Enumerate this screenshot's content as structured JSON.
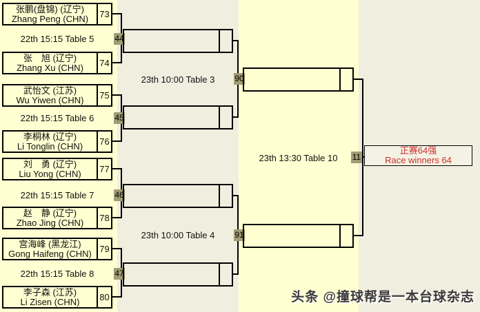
{
  "bracket": {
    "players": [
      {
        "cn": "张鹏(盘锦) (辽宁)",
        "en": "Zhang Peng (CHN)",
        "seed": "73"
      },
      {
        "cn": "张　旭 (辽宁)",
        "en": "Zhang Xu (CHN)",
        "seed": "74"
      },
      {
        "cn": "武怡文 (江苏)",
        "en": "Wu Yiwen (CHN)",
        "seed": "75"
      },
      {
        "cn": "李桐林 (辽宁)",
        "en": "Li Tonglin (CHN)",
        "seed": "76"
      },
      {
        "cn": "刘　勇 (辽宁)",
        "en": "Liu Yong (CHN)",
        "seed": "77"
      },
      {
        "cn": "赵　静 (辽宁)",
        "en": "Zhao Jing (CHN)",
        "seed": "78"
      },
      {
        "cn": "宫海峰 (黑龙江)",
        "en": "Gong Haifeng (CHN)",
        "seed": "79"
      },
      {
        "cn": "李子森 (江苏)",
        "en": "Li Zisen (CHN)",
        "seed": "80"
      }
    ],
    "round1_matches": [
      {
        "schedule": "22th 15:15 Table 5",
        "match_no": "44"
      },
      {
        "schedule": "22th 15:15 Table 6",
        "match_no": "45"
      },
      {
        "schedule": "22th 15:15 Table 7",
        "match_no": "46"
      },
      {
        "schedule": "22th 15:15 Table 8",
        "match_no": "47"
      }
    ],
    "round2_matches": [
      {
        "schedule": "23th 10:00 Table 3",
        "match_no": "90"
      },
      {
        "schedule": "23th 10:00 Table 4",
        "match_no": "91"
      }
    ],
    "final_match": {
      "schedule": "23th 13:30 Table 10",
      "match_no": "11"
    },
    "destination": {
      "line1": "正赛64强",
      "line2": "Race winners 64"
    }
  },
  "watermark": {
    "text": "头条 @撞球帮是一本台球杂志"
  },
  "colors": {
    "column_yellow": "#FFFFD2",
    "column_beige": "#F0EEDF",
    "badge_background": "#A29C74",
    "destination_red": "#C9302C",
    "line_black": "#000000"
  }
}
